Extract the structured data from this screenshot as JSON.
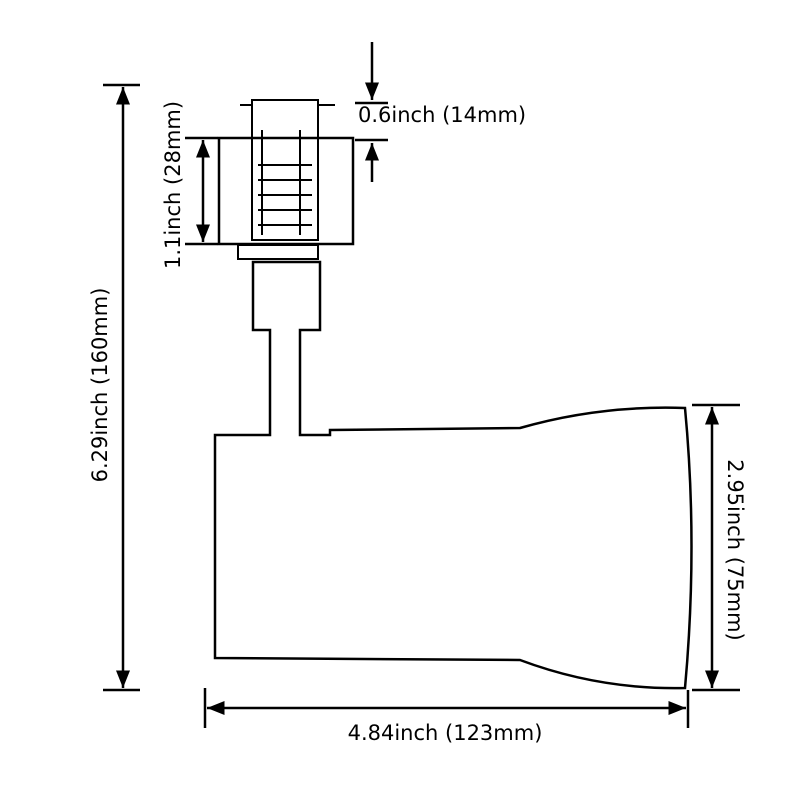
{
  "dimensions": {
    "cap_height": "0.6inch (14mm)",
    "adapter_height": "1.1inch (28mm)",
    "total_height": "6.29inch (160mm)",
    "head_diameter": "2.95inch (75mm)",
    "head_length": "4.84inch (123mm)"
  },
  "colors": {
    "line": "#000000",
    "background": "#ffffff"
  }
}
